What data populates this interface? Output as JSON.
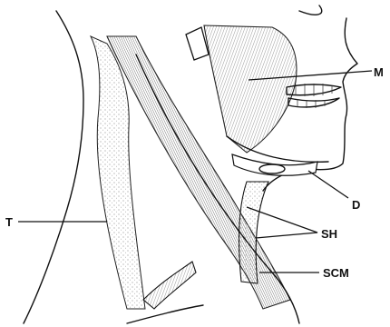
{
  "figure": {
    "labels": {
      "masseter": "M",
      "digastric": "D",
      "strap": "SH",
      "scm": "SCM",
      "trapezius": "T"
    }
  }
}
